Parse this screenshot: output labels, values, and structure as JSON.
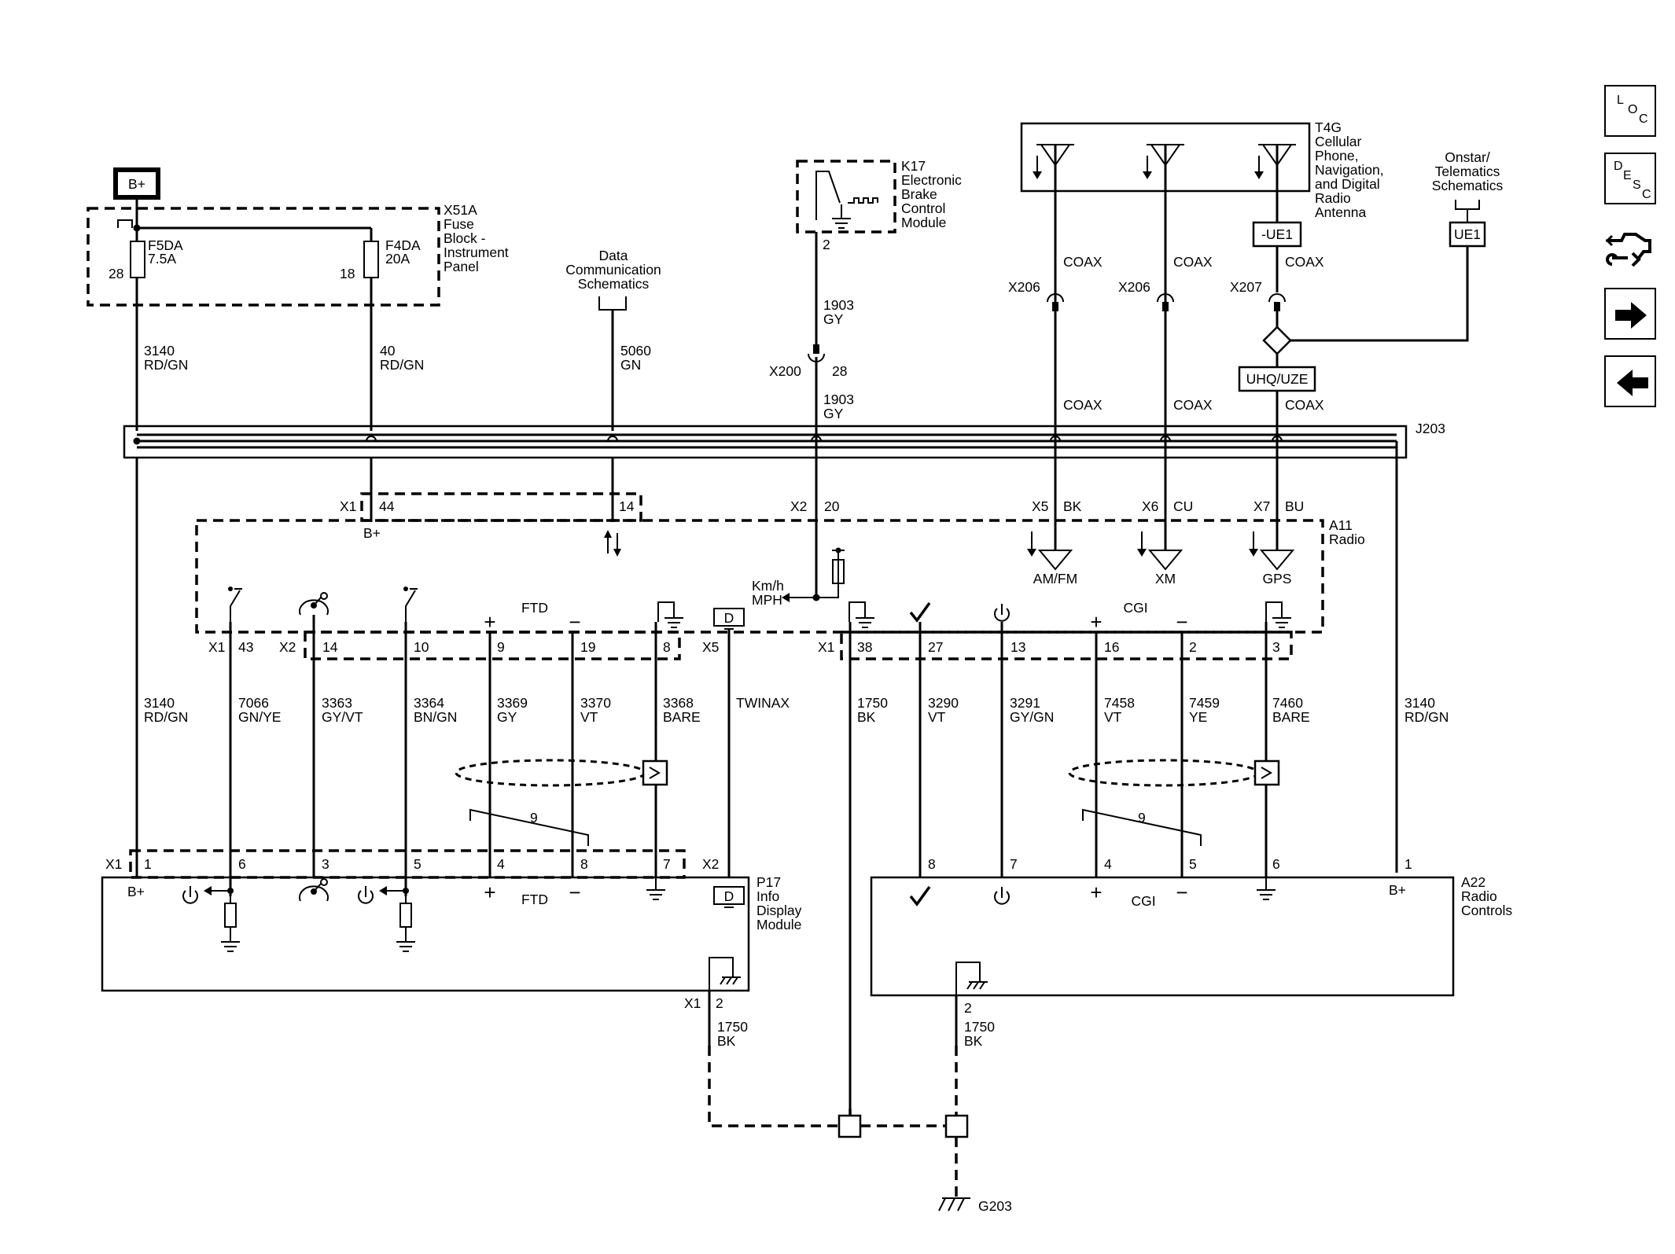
{
  "nav": {
    "loc": [
      "L",
      "O",
      "C"
    ],
    "desc": [
      "D",
      "E",
      "S",
      "C"
    ]
  },
  "power": {
    "label": "B+"
  },
  "fuse_block": {
    "lines": [
      "X51A",
      "Fuse",
      "Block -",
      "Instrument",
      "Panel"
    ]
  },
  "fuses": [
    {
      "name": "F5DA",
      "rating": "7.5A",
      "pin": "28"
    },
    {
      "name": "F4DA",
      "rating": "20A",
      "pin": "18"
    }
  ],
  "ebcm": {
    "lines": [
      "K17",
      "Electronic",
      "Brake",
      "Control",
      "Module"
    ],
    "pin": "2"
  },
  "data_comm": {
    "lines": [
      "Data",
      "Communication",
      "Schematics"
    ]
  },
  "antenna": {
    "lines": [
      "T4G",
      "Cellular",
      "Phone,",
      "Navigation,",
      "and Digital",
      "Radio",
      "Antenna"
    ]
  },
  "onstar": {
    "lines": [
      "Onstar/",
      "Telematics",
      "Schematics"
    ],
    "option": "UE1"
  },
  "options": {
    "not_ue1": "-UE1",
    "uhq": "UHQ/UZE"
  },
  "connectors": {
    "x206": "X206",
    "x207": "X207",
    "x200": "X200",
    "x200_pin": "28",
    "j203": "J203"
  },
  "wires": {
    "w3140a": [
      "3140",
      "RD/GN"
    ],
    "w40": [
      "40",
      "RD/GN"
    ],
    "w5060": [
      "5060",
      "GN"
    ],
    "w1903a": [
      "1903",
      "GY"
    ],
    "w1903b": [
      "1903",
      "GY"
    ],
    "coax": "COAX",
    "w7066": [
      "7066",
      "GN/YE"
    ],
    "w3363": [
      "3363",
      "GY/VT"
    ],
    "w3364": [
      "3364",
      "BN/GN"
    ],
    "w3369": [
      "3369",
      "GY"
    ],
    "w3370": [
      "3370",
      "VT"
    ],
    "w3368": [
      "3368",
      "BARE"
    ],
    "twinax": "TWINAX",
    "w1750a": [
      "1750",
      "BK"
    ],
    "w3290": [
      "3290",
      "VT"
    ],
    "w3291": [
      "3291",
      "GY/GN"
    ],
    "w7458": [
      "7458",
      "VT"
    ],
    "w7459": [
      "7459",
      "YE"
    ],
    "w7460": [
      "7460",
      "BARE"
    ],
    "w3140b": [
      "3140",
      "RD/GN"
    ],
    "w1750b": [
      "1750",
      "BK"
    ],
    "w1750c": [
      "1750",
      "BK"
    ]
  },
  "radio": {
    "lines": [
      "A11",
      "Radio"
    ],
    "x1_top": "X1",
    "pin44": "44",
    "pin14_top": "14",
    "bplus": "B+",
    "x2_top": "X2",
    "pin20": "20",
    "ant_conns": [
      {
        "conn": "X5",
        "color": "BK",
        "label": "AM/FM"
      },
      {
        "conn": "X6",
        "color": "CU",
        "label": "XM"
      },
      {
        "conn": "X7",
        "color": "BU",
        "label": "GPS"
      }
    ],
    "kmh": [
      "Km/h",
      "MPH"
    ],
    "ftd": "FTD",
    "cgi": "CGI",
    "plus": "+",
    "minus": "−",
    "display_icon": "D",
    "bottom_left": {
      "x1": "X1",
      "x2": "X2",
      "x5": "X5",
      "pins": [
        "43",
        "14",
        "10",
        "9",
        "19",
        "8"
      ]
    },
    "bottom_right": {
      "x1": "X1",
      "pins": [
        "38",
        "27",
        "13",
        "16",
        "2",
        "3"
      ]
    }
  },
  "twist": "9",
  "p17": {
    "lines": [
      "P17",
      "Info",
      "Display",
      "Module"
    ],
    "x1": "X1",
    "x2": "X2",
    "pins": [
      "1",
      "6",
      "3",
      "5",
      "4",
      "8",
      "7"
    ],
    "bplus": "B+",
    "ftd": "FTD",
    "display_icon": "D",
    "gnd_conn": "X1",
    "gnd_pin": "2"
  },
  "a22": {
    "lines": [
      "A22",
      "Radio",
      "Controls"
    ],
    "pins": [
      "8",
      "7",
      "4",
      "5",
      "6",
      "1"
    ],
    "bplus": "B+",
    "cgi": "CGI",
    "gnd_pin": "2"
  },
  "ground": "G203"
}
